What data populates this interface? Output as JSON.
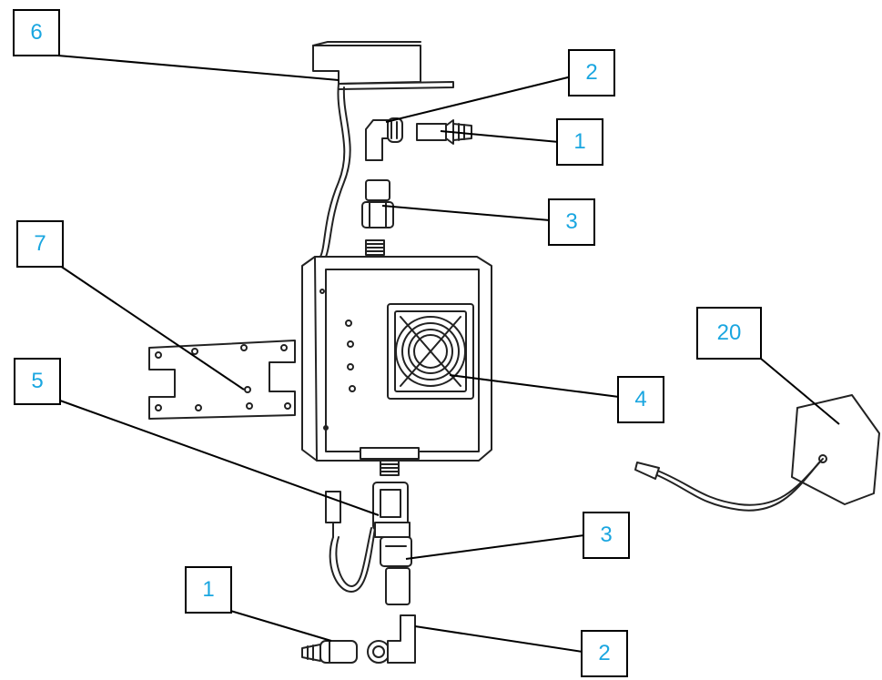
{
  "callouts": {
    "part6": "6",
    "part2_top": "2",
    "part1_top": "1",
    "part3_top": "3",
    "part7": "7",
    "part20": "20",
    "part5": "5",
    "part4": "4",
    "part3_bottom": "3",
    "part1_bottom": "1",
    "part2_bottom": "2"
  },
  "colors": {
    "label_text": "#1aa6e0",
    "line": "#000000",
    "drawing": "#222222"
  }
}
